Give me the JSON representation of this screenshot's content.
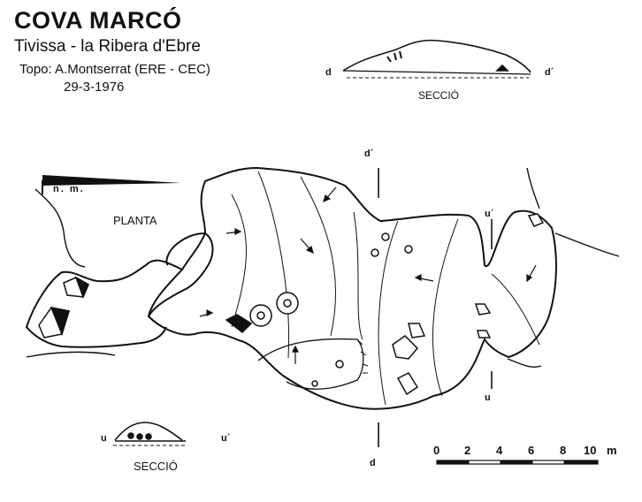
{
  "header": {
    "title": "COVA MARCÓ",
    "subtitle": "Tivissa - la Ribera d'Ebre",
    "topo": "Topo: A.Montserrat  (ERE - CEC)",
    "date": "29-3-1976"
  },
  "sections": {
    "top_label": "SECCIÓ",
    "bottom_label": "SECCIÓ",
    "d_left": "d",
    "d_right": "d´",
    "u_left": "u",
    "u_right": "u´"
  },
  "plan": {
    "label": "PLANTA",
    "north_label": "n. m.",
    "cut_d_top": "d´",
    "cut_d_bottom": "d",
    "cut_u_top": "u´",
    "cut_u_bottom": "u"
  },
  "scale_bar": {
    "ticks": [
      "0",
      "2",
      "4",
      "6",
      "8",
      "10"
    ],
    "unit": "m"
  },
  "colors": {
    "ink": "#111111",
    "paper": "#ffffff"
  }
}
